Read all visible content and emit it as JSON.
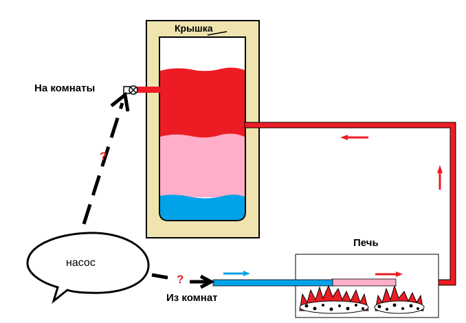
{
  "labels": {
    "lid": "Крышка",
    "to_rooms": "На комнаты",
    "from_rooms": "Из комнат",
    "stove": "Печь",
    "pump": "насос",
    "question_upper": "?",
    "question_lower": "?"
  },
  "colors": {
    "tank_frame": "#efe4b0",
    "hot_water": "#ed1c24",
    "warm_water": "#ffaec9",
    "cold_water": "#00a2e8",
    "pipe_hot": "#ed1c24",
    "pipe_cold": "#00a2e8",
    "arrow_black": "#000000",
    "question_mark": "#ed1c24"
  }
}
